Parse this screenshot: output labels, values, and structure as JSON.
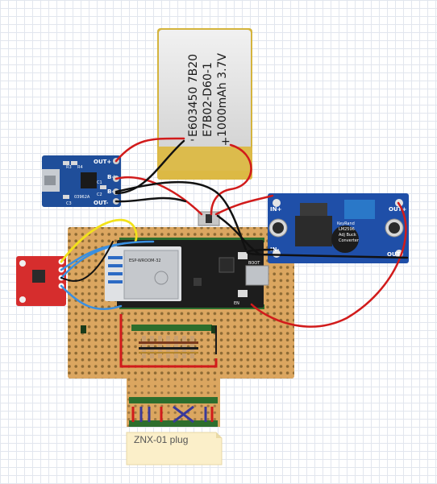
{
  "battery": {
    "line1": "E603450 7B20",
    "line2": "E7B02-D60-1",
    "line3": "1000mAh 3.7V",
    "minus": "-",
    "plus": "+"
  },
  "charger": {
    "out_plus": "OUT+",
    "out_minus": "OUT-",
    "b_plus": "B+",
    "b_minus": "B-",
    "r3": "R3",
    "c3": "C3",
    "r4": "R4",
    "c1": "C1",
    "c2": "C2",
    "code": "03962A"
  },
  "buck": {
    "in_plus": "IN+",
    "in_minus": "IN-",
    "out_plus": "OUT+",
    "out_minus": "OUT-",
    "brand": "KeyRand",
    "chip": "LM2596",
    "desc1": "Adj Buck",
    "desc2": "Converter"
  },
  "esp32": {
    "module": "ESP-WROOM-32",
    "boot": "BOOT",
    "en": "EN"
  },
  "note": {
    "label": "ZNX-01 plug"
  },
  "colors": {
    "board": "#d9a85e",
    "charger": "#1f4e9a",
    "buck": "#1f4fa8",
    "sensor": "#d62d2d",
    "wire_red": "#d11b1b",
    "wire_black": "#111111",
    "wire_yellow": "#f2e21a",
    "wire_blue": "#3a8fe0",
    "battery_body": "#dcb944"
  }
}
